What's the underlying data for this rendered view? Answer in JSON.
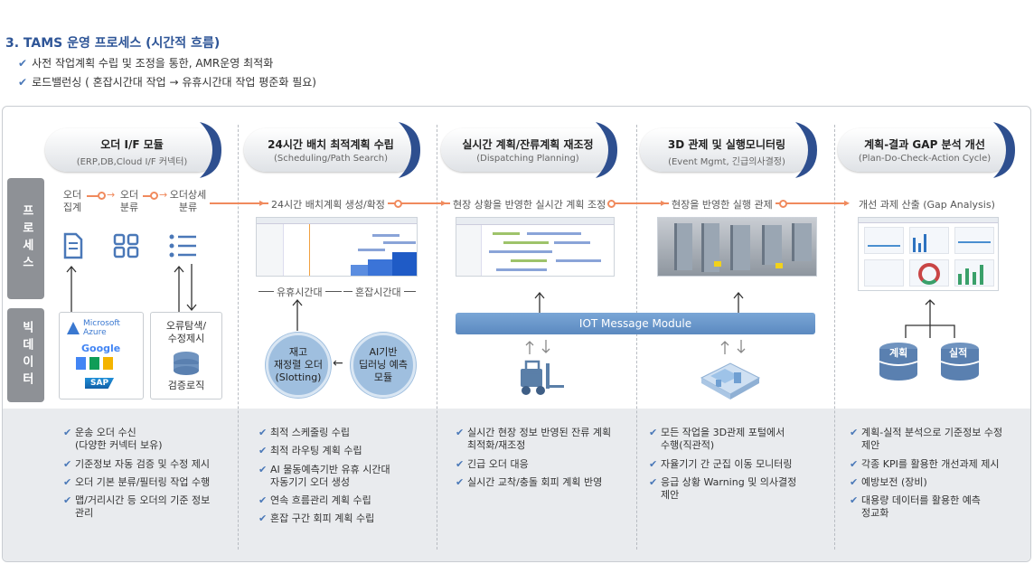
{
  "header": {
    "title": "3. TAMS 운영 프로세스 (시간적 흐름)",
    "bullets": [
      "사전 작업계획 수립 및 조정을 통한, AMR운영 최적화",
      "로드밸런싱 ( 혼잡시간대 작업 → 유휴시간대 작업 평준화 필요)"
    ]
  },
  "side": {
    "process": "프로세스",
    "bigdata": "빅데이터"
  },
  "phases": [
    {
      "title": "오더 I/F 모듈",
      "sub": "(ERP,DB,Cloud I/F 커넥터)"
    },
    {
      "title": "24시간 배치 최적계획 수립",
      "sub": "(Scheduling/Path Search)"
    },
    {
      "title": "실시간 계획/잔류계획 재조정",
      "sub": "(Dispatching Planning)"
    },
    {
      "title": "3D 관제 및 실행모니터링",
      "sub": "(Event Mgmt, 긴급의사결정)"
    },
    {
      "title": "계획-결과 GAP 분석 개선",
      "sub": "(Plan-Do-Check-Action Cycle)"
    }
  ],
  "flow": {
    "order_steps": [
      "오더\n집계",
      "오더\n분류",
      "오더상세\n분류"
    ],
    "labels": [
      "24시간 배치계획 생성/확정",
      "현장 상황을 반영한 실시간 계획 조정",
      "현장을 반영한 실행 관제",
      "개선 과제 산출 (Gap Analysis)"
    ]
  },
  "phase1": {
    "vendors": [
      "Microsoft",
      "Azure",
      "Google",
      "SAP"
    ],
    "error_box": "오류탐색/\n수정제시",
    "verify": "검증로직"
  },
  "phase2": {
    "idle": "유휴시간대",
    "busy": "혼잡시간대",
    "slotting": "재고\n재정렬 오더\n(Slotting)",
    "ai": "AI기반\n딥러닝 예측\n모듈"
  },
  "iot": "IOT Message Module",
  "phase5": {
    "plan": "계획",
    "actual": "실적"
  },
  "lists": [
    [
      "운송 오더 수신\n(다양한 커넥터 보유)",
      "기준정보 자동 검증 및 수정 제시",
      "오더 기본 분류/필터링 작업 수행",
      "맵/거리시간 등 오더의 기준 정보\n관리"
    ],
    [
      "최적 스케줄링 수립",
      "최적 라우팅 계획 수립",
      "AI 물동예측기반  유휴 시간대\n자동기기 오더 생성",
      "연속 흐름관리 계획 수립",
      "혼잡 구간 회피 계획 수립"
    ],
    [
      "실시간 현장 정보 반영된 잔류 계획\n최적화/재조정",
      "긴급 오더 대응",
      "실시간 교착/충돌 회피 계획 반영"
    ],
    [
      "모든 작업을 3D관제 포털에서\n수행(직관적)",
      "자율기기 간 군집 이동 모니터링",
      "응급 상황 Warning 및 의사결정\n제안"
    ],
    [
      "계획-실적 분석으로 기준정보 수정\n제안",
      "각종 KPI를 활용한 개선과제 제시",
      "예방보전 (장비)",
      "대용량 데이터를 활용한 예측\n정교화"
    ]
  ],
  "colors": {
    "accent": "#2e5597",
    "flow": "#f08a5d",
    "chevron": "#2e4f8f",
    "iot": "#5b89c0",
    "side": "#8e9196"
  }
}
